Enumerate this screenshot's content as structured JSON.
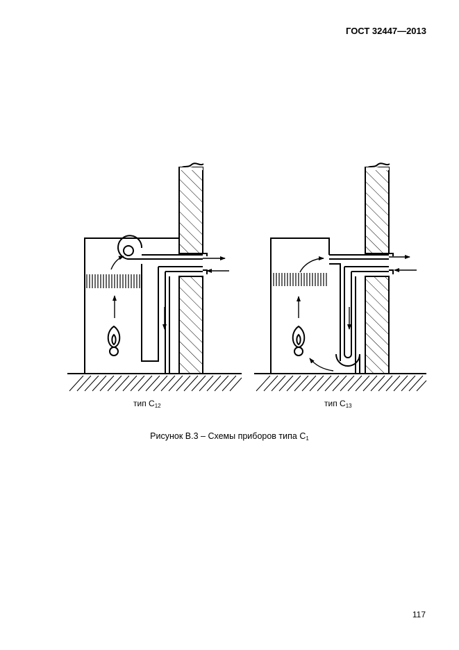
{
  "header": {
    "standard": "ГОСТ 32447—2013"
  },
  "figure": {
    "diagram_left": {
      "label_prefix": "тип C",
      "label_sub": "12"
    },
    "diagram_right": {
      "label_prefix": "тип C",
      "label_sub": "13"
    },
    "caption_main": "Рисунок В.3 – Схемы приборов типа С",
    "caption_sub": "1"
  },
  "footer": {
    "page_number": "117"
  }
}
